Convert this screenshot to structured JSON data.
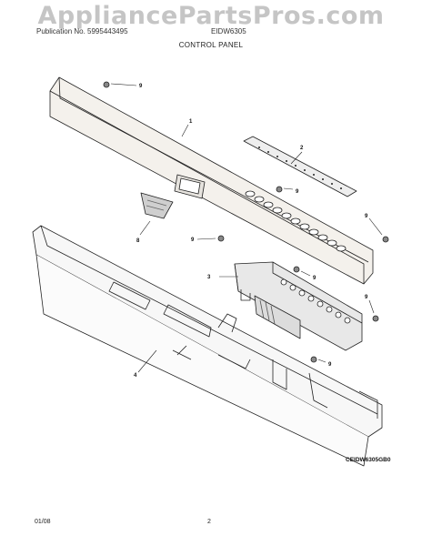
{
  "watermark": "AppliancePartsPros.com",
  "header": {
    "left_text": "Publication No. 5995443495",
    "right_text": "EIDW6305",
    "section_title": "CONTROL PANEL"
  },
  "callouts": {
    "c1": "1",
    "c2": "2",
    "c3": "3",
    "c4": "4",
    "c8": "8",
    "c9a": "9",
    "c9b": "9",
    "c9c": "9",
    "c9d": "9",
    "c9e": "9",
    "c9f": "9",
    "c9g": "9"
  },
  "model_code": "CEIDW6305GB0",
  "footer": {
    "date": "01/08",
    "page": "2"
  },
  "colors": {
    "line": "#222222",
    "panel_fill": "#f4f1ec",
    "watermark": "#969696"
  }
}
